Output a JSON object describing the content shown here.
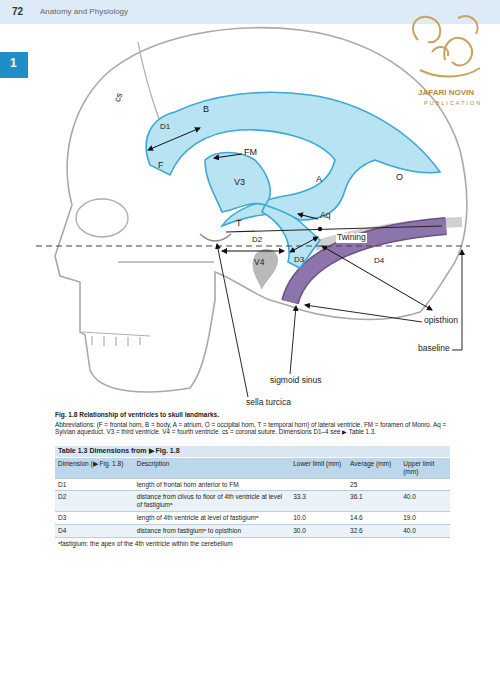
{
  "diagram": {
    "caption": "Fig. 1.8 Relationship of ventricles to skull landmarks.",
    "labels": [
      "72",
      "Anatomy and Physiology",
      "1",
      "JAFARI NOVIN",
      "PUBLICATION",
      "cs",
      "B",
      "D1",
      "F",
      "FM",
      "V3",
      "A",
      "O",
      "Aq",
      "T",
      "D2",
      "Twining",
      "D3",
      "V4",
      "D4",
      "opisthion",
      "baseline",
      "sigmoid sinus",
      "sella turcica",
      "Abbreviations: (F = frontal horn, B = body, A = atrium, O = occipital horn, T = temporal horn) of lateral ventricle. FM = foramen of Monro. Aq = Sylvian aqueduct. V3 = third ventricle. V4 = fourth ventricle. cs = coronal suture. Dimensions D1–4 see ▶ Table 1.3.",
      "Table 1.3 Dimensions from ▶ Fig. 1.8",
      "Dimension (▶ Fig. 1.8)",
      "Description",
      "Lower limit (mm)",
      "Average (mm)",
      "Upper limit (mm)",
      "D1",
      "length of frontal horn anterior to FM",
      "25",
      "D2",
      "distance from clivus to floor of 4th ventricle at level of fastigiumᵃ",
      "33.3",
      "36.1",
      "40.0",
      "D3",
      "length of 4th ventricle at level of fastigiumᵃ",
      "10.0",
      "14.6",
      "19.0",
      "D4",
      "distance from fastigiumᵃ to opisthion",
      "30.0",
      "32.6",
      "40.0",
      "ᵃfastigium: the apex of the 4th ventricle within the cerebellum"
    ]
  }
}
